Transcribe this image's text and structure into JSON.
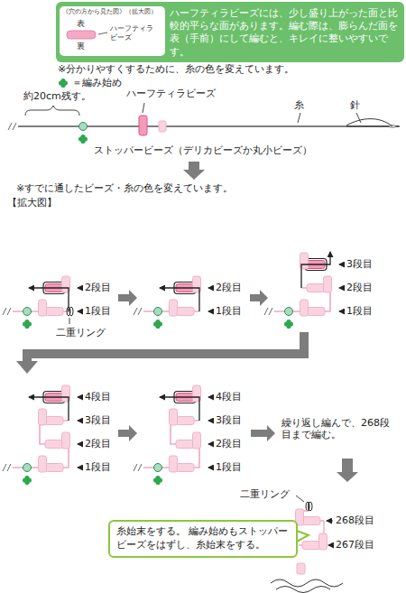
{
  "diagram": {
    "nodes": [
      {
        "text": [
          "ハーフティラビーズには、少し盛り上がった面と比較的平らな面があります。編む際は、膨らんだ面を表（手前）にして編むと、キレイに整いやすいです。"
        ]
      },
      {
        "text": [
          "《穴の方から見た図》（拡大図）",
          "表",
          "ハーフティラビーズ",
          "裏"
        ],
        "in": 0
      },
      {
        "text": [
          "糸始末をする。 編み始めもストッパービーズをはずし、糸始末をする。"
        ]
      }
    ],
    "labels": [
      "※分かりやすくするために、糸の色を変えています。",
      "＝編み始め",
      "約20cm残す。",
      "ハーフティラビーズ",
      "糸",
      "針",
      "ストッパービーズ（デリカビーズか丸小ビーズ）",
      "※すでに通したビーズ・糸の色を変えています。",
      "【拡大図】",
      "2段目",
      "1段目",
      "二重リング",
      "2段目",
      "1段目",
      "3段目",
      "2段目",
      "1段目",
      "4段目",
      "3段目",
      "2段目",
      "1段目",
      "4段目",
      "3段目",
      "2段目",
      "1段目",
      "繰り返し編んで、268段目まで編む。",
      "二重リング",
      "268段目",
      "267段目"
    ]
  }
}
